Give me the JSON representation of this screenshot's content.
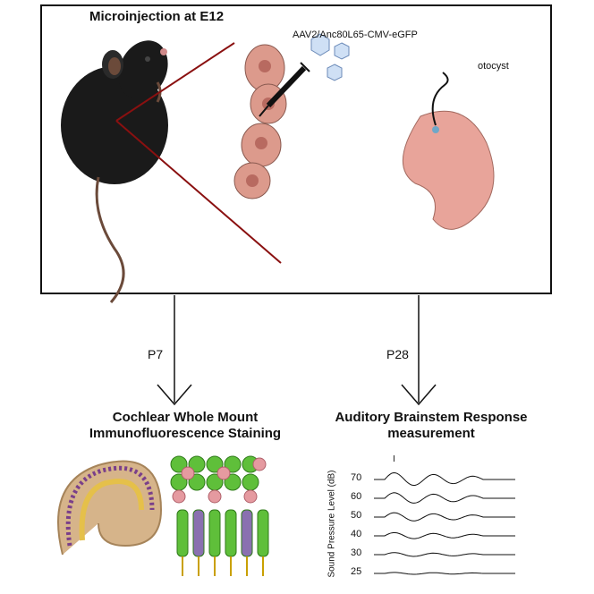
{
  "top": {
    "title": "Microinjection at E12",
    "virus_label": "AAV2/Anc80L65-CMV-eGFP",
    "otocyst_label": "otocyst"
  },
  "flows": {
    "left_label": "P7",
    "right_label": "P28"
  },
  "left_panel": {
    "heading": "Cochlear Whole Mount Immunofluorescence Staining"
  },
  "right_panel": {
    "heading": "Auditory Brainstem Response measurement",
    "ylabel": "Sound Pressure Level (dB)",
    "peak_label": "I",
    "levels": [
      "70",
      "60",
      "50",
      "40",
      "30",
      "25"
    ]
  },
  "colors": {
    "mouse": "#1a1a1a",
    "embryo": "#e8a49a",
    "uterus": "#dc9a8c",
    "hair_cell_green": "#5fbf3a",
    "hair_cell_purple": "#8a70b0",
    "support_cell_pink": "#e59aa0",
    "cochlea_tan": "#d6b48a"
  }
}
